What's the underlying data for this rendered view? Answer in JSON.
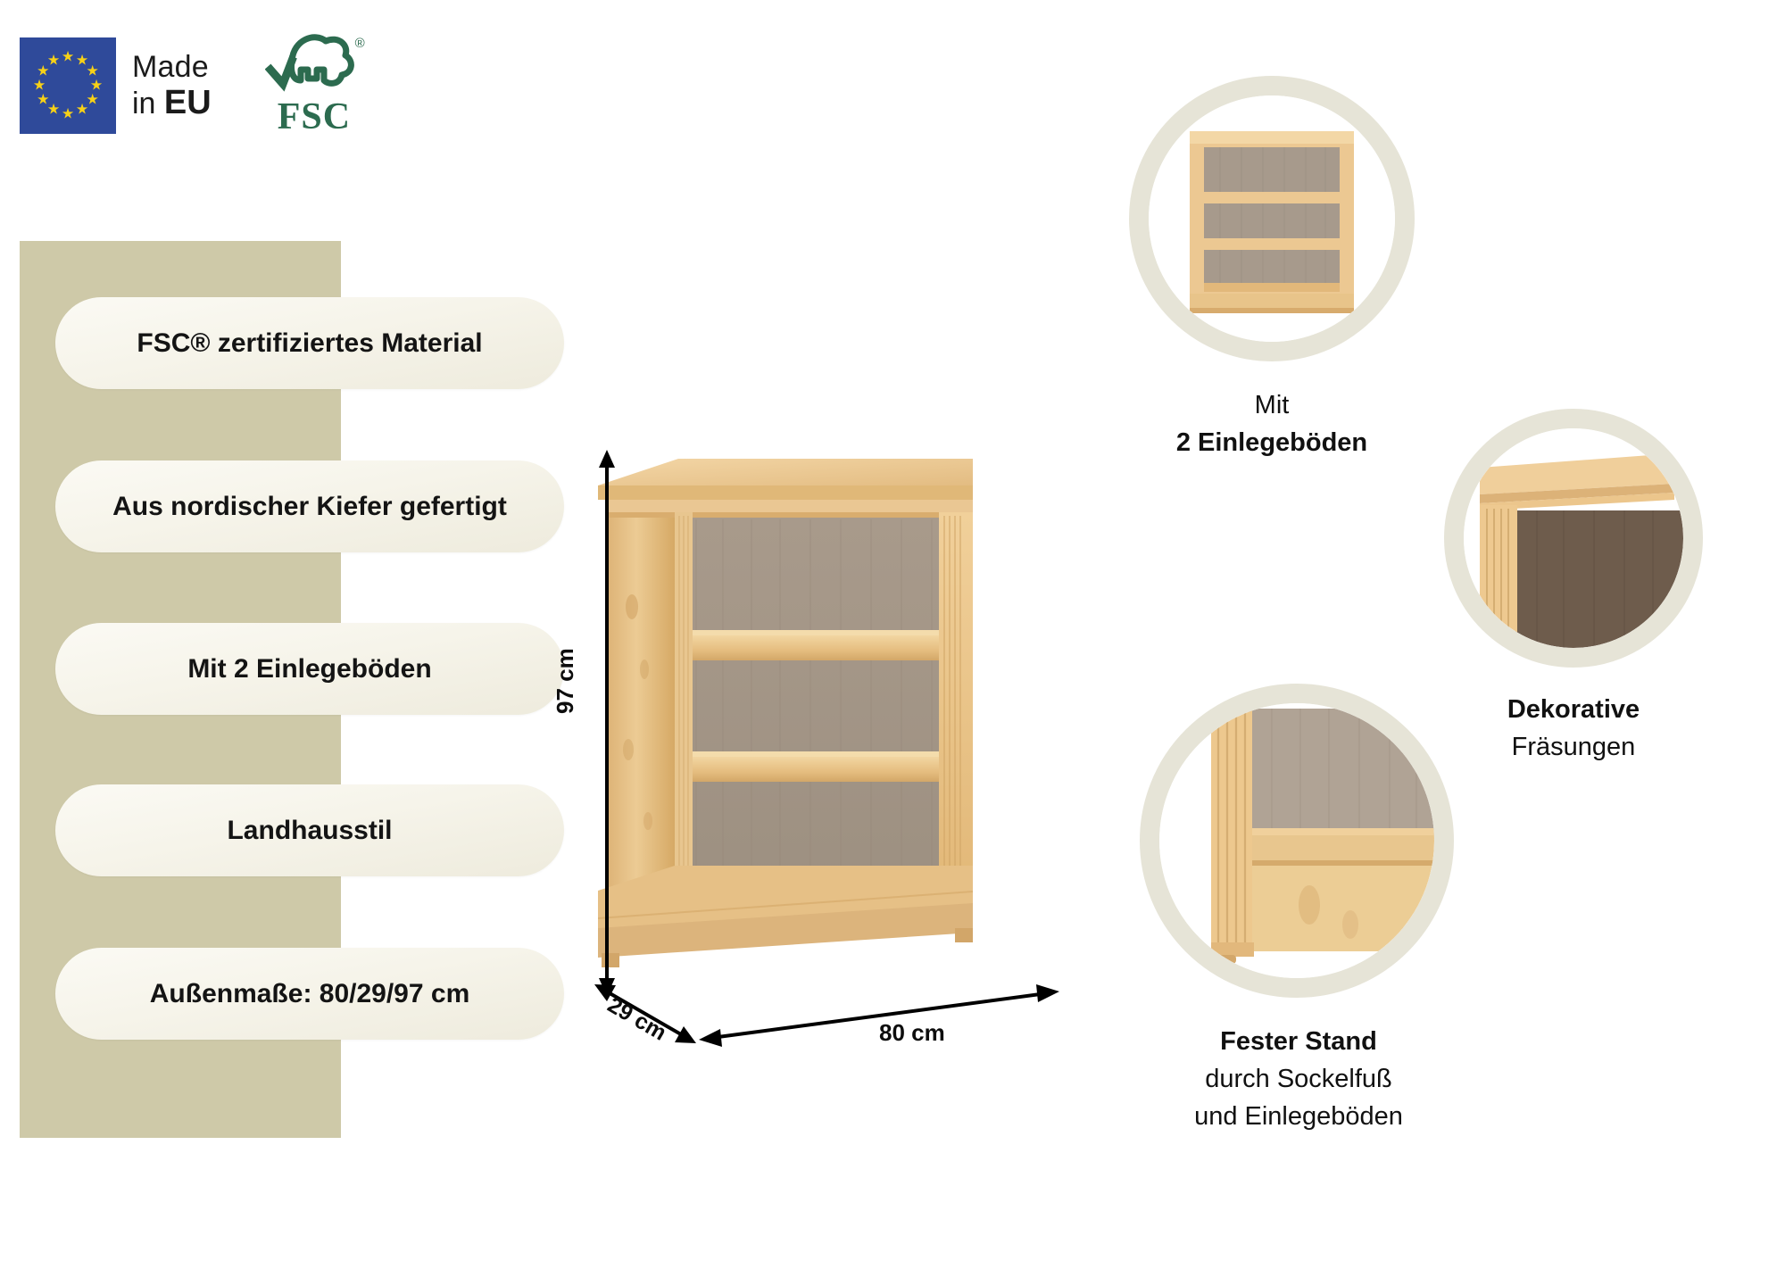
{
  "badges": {
    "eu": {
      "line1": "Made",
      "line2_prefix": "in ",
      "line2_bold": "EU",
      "flag_icon": "eu-flag-icon"
    },
    "fsc": {
      "label": "FSC",
      "registered": "®",
      "tree_icon": "fsc-tree-checkmark-icon",
      "color": "#2c6b4f"
    }
  },
  "features": {
    "panel_color": "#cec9a8",
    "pills": [
      {
        "label": "FSC® zertifiziertes Material"
      },
      {
        "label": "Aus nordischer Kiefer gefertigt"
      },
      {
        "label": "Mit 2 Einlegeböden"
      },
      {
        "label": "Landhausstil"
      },
      {
        "label": "Außenmaße: 80/29/97 cm"
      }
    ]
  },
  "product": {
    "name": "bookcase-pine",
    "dimensions": {
      "height": "97 cm",
      "depth": "29 cm",
      "width": "80 cm"
    },
    "colors": {
      "wood_light": "#eec588",
      "wood_mid": "#e0b373",
      "wood_dark": "#caa063",
      "back_panel": "#a79a8c"
    }
  },
  "callouts": [
    {
      "name": "shelves",
      "caption_regular": "Mit",
      "caption_bold": "2 Einlegeböden",
      "image_icon": "bookcase-front-view-icon"
    },
    {
      "name": "milling",
      "caption_bold": "Dekorative",
      "caption_regular": "Fräsungen",
      "image_icon": "decorative-milling-detail-icon"
    },
    {
      "name": "stand",
      "caption_bold": "Fester Stand",
      "caption_regular_1": "durch Sockelfuß",
      "caption_regular_2": "und Einlegeböden",
      "image_icon": "plinth-foot-detail-icon"
    }
  ],
  "theme": {
    "ring_color": "#e6e4d7",
    "background": "#ffffff",
    "text_color": "#111111"
  }
}
